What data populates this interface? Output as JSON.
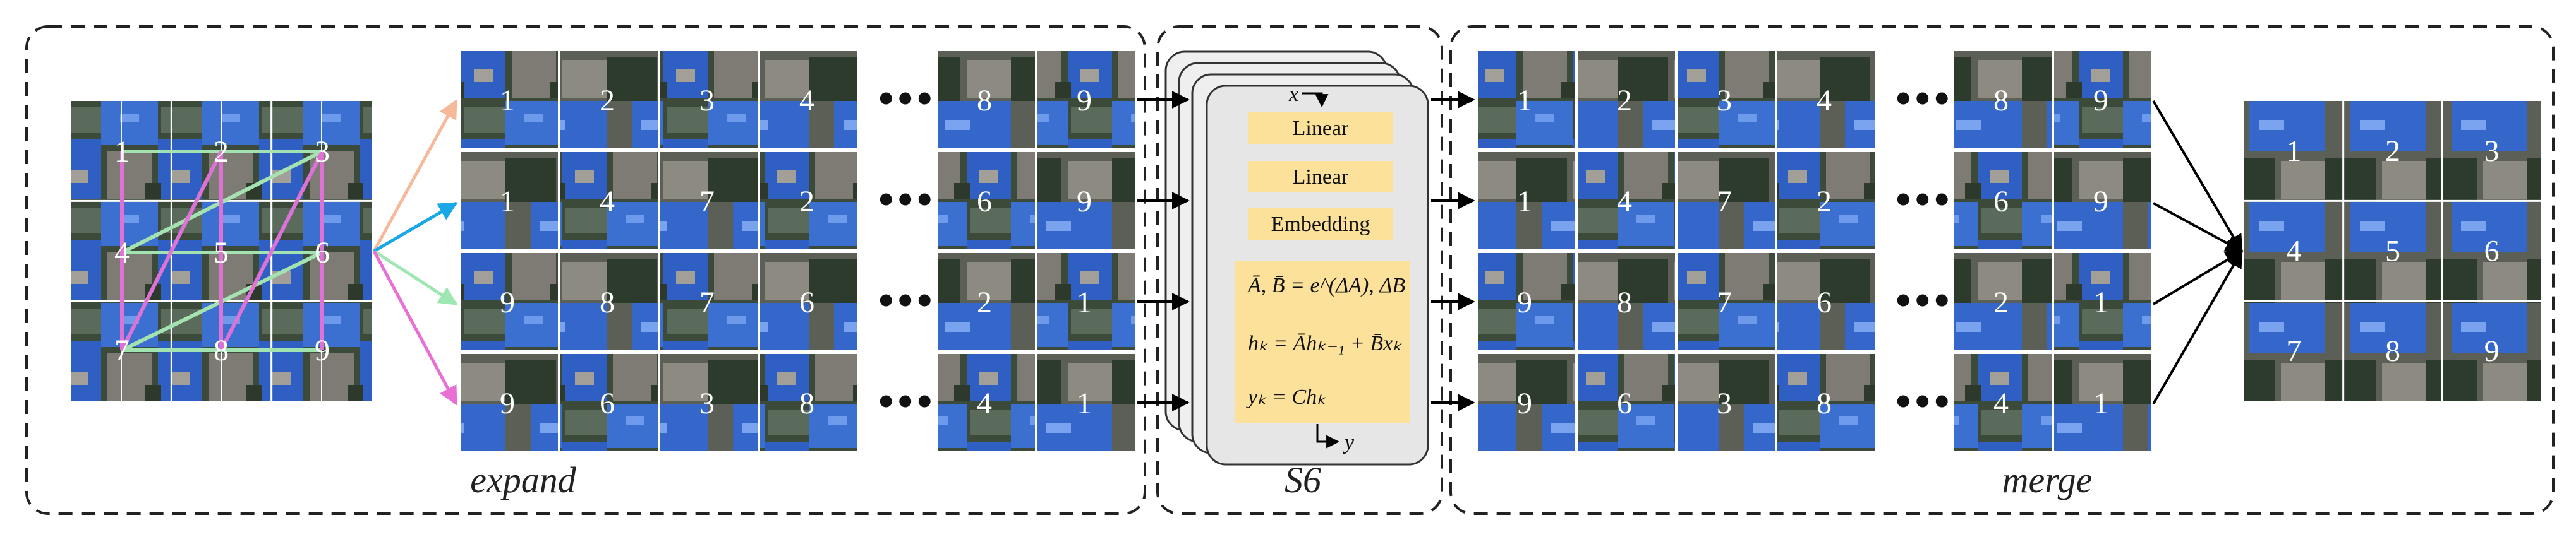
{
  "input_grid": {
    "labels": [
      "1",
      "2",
      "3",
      "4",
      "5",
      "6",
      "7",
      "8",
      "9"
    ]
  },
  "expand": {
    "label": "expand",
    "rows": [
      {
        "first4": [
          "1",
          "2",
          "3",
          "4"
        ],
        "last2": [
          "8",
          "9"
        ]
      },
      {
        "first4": [
          "1",
          "4",
          "7",
          "2"
        ],
        "last2": [
          "6",
          "9"
        ]
      },
      {
        "first4": [
          "9",
          "8",
          "7",
          "6"
        ],
        "last2": [
          "2",
          "1"
        ]
      },
      {
        "first4": [
          "9",
          "6",
          "3",
          "8"
        ],
        "last2": [
          "4",
          "1"
        ]
      }
    ],
    "ellipsis": "•••",
    "arrow_colors": [
      "#f6b99a",
      "#1aa7e8",
      "#9ee6b2",
      "#e96fd4"
    ]
  },
  "s6": {
    "label": "S6",
    "input_symbol": "x",
    "output_symbol": "y",
    "ops": [
      "Linear",
      "Linear",
      "Embedding"
    ],
    "equations": [
      "Ā, B̄  =  e^(ΔA), ΔB",
      "hₖ = Āhₖ₋₁ + B̄xₖ",
      "yₖ = Chₖ"
    ],
    "box_color": "#fbe19a"
  },
  "merge": {
    "label": "merge",
    "rows": [
      {
        "first4": [
          "1",
          "2",
          "3",
          "4"
        ],
        "last2": [
          "8",
          "9"
        ]
      },
      {
        "first4": [
          "1",
          "4",
          "7",
          "2"
        ],
        "last2": [
          "6",
          "9"
        ]
      },
      {
        "first4": [
          "9",
          "8",
          "7",
          "6"
        ],
        "last2": [
          "2",
          "1"
        ]
      },
      {
        "first4": [
          "9",
          "6",
          "3",
          "8"
        ],
        "last2": [
          "4",
          "1"
        ]
      }
    ],
    "ellipsis": "•••"
  },
  "output_grid": {
    "labels": [
      "1",
      "2",
      "3",
      "4",
      "5",
      "6",
      "7",
      "8",
      "9"
    ]
  }
}
